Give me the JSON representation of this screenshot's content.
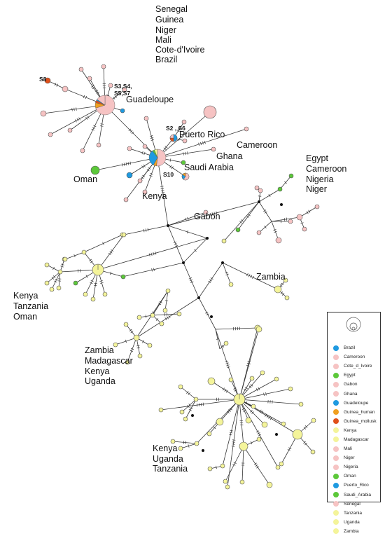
{
  "labels": {
    "west_africa_block": [
      "Senegal",
      "Guinea",
      "Niger",
      "Mali",
      "Cote-d'Ivoire",
      "Brazil"
    ],
    "guadeloupe": "Guadeloupe",
    "puerto_rico": "Puerto Rico",
    "cameroon_top": "Cameroon",
    "ghana": "Ghana",
    "saudi_arabia": "Saudi Arabia",
    "oman": "Oman",
    "kenya_center": "Kenya",
    "gabon": "Gabon",
    "egypt_block": [
      "Egypt",
      "Cameroon",
      "Nigeria",
      "Niger"
    ],
    "zambia_right": "Zambia",
    "east_africa_block": [
      "Kenya",
      "Tanzania",
      "Oman"
    ],
    "southern_block": [
      "Zambia",
      "Madagascar",
      "Kenya",
      "Uganda"
    ],
    "bottom_block": [
      "Kenya",
      "Uganda",
      "Tanzania"
    ],
    "sample_ids": {
      "s8": "S8",
      "s3_s4": "S3,S4,",
      "s5_s7": "S5,S7",
      "s2_s6": "S2 , S6",
      "s10": "S10"
    }
  },
  "legend": {
    "items": [
      {
        "label": "Brazil",
        "color": "#1f9ae0"
      },
      {
        "label": "Cameroon",
        "color": "#f6c3c3"
      },
      {
        "label": "Cote_d_Ivoire",
        "color": "#f6c3c3"
      },
      {
        "label": "Egypt",
        "color": "#5cc83a"
      },
      {
        "label": "Gabon",
        "color": "#f6c3c3"
      },
      {
        "label": "Ghana",
        "color": "#f6c3c3"
      },
      {
        "label": "Guadeloupe",
        "color": "#1f9ae0"
      },
      {
        "label": "Guinea_human",
        "color": "#f0a020"
      },
      {
        "label": "Guinea_mollusk",
        "color": "#e0501a"
      },
      {
        "label": "Kenya",
        "color": "#f4f49a"
      },
      {
        "label": "Madagascar",
        "color": "#f4f49a"
      },
      {
        "label": "Mali",
        "color": "#f6c3c3"
      },
      {
        "label": "Niger",
        "color": "#f6c3c3"
      },
      {
        "label": "Nigeria",
        "color": "#f6c3c3"
      },
      {
        "label": "Oman",
        "color": "#5cc83a"
      },
      {
        "label": "Puerto_Rico",
        "color": "#1f9ae0"
      },
      {
        "label": "Saudi_Arabia",
        "color": "#5cc83a"
      },
      {
        "label": "Senegal",
        "color": "#f6c3c3"
      },
      {
        "label": "Tanzania",
        "color": "#f4f49a"
      },
      {
        "label": "Uganda",
        "color": "#f4f49a"
      },
      {
        "label": "Zambia",
        "color": "#f4f49a"
      }
    ]
  },
  "colors": {
    "pink": "#f6c3c3",
    "yellow": "#f4f49a",
    "blue": "#1f9ae0",
    "green": "#5cc83a",
    "orange": "#f0a020",
    "red": "#e0501a",
    "edge": "#333333"
  }
}
